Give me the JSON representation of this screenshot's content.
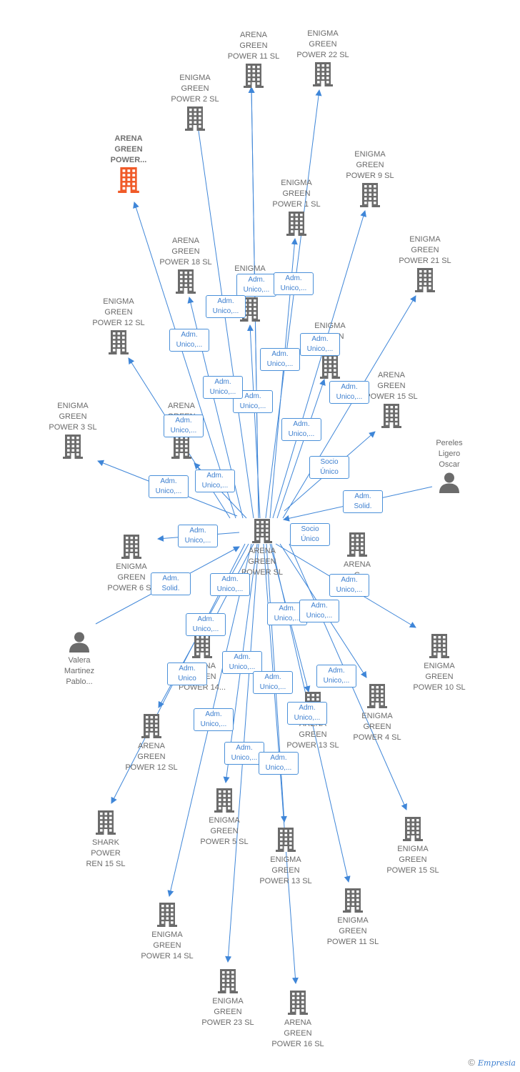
{
  "colors": {
    "edge": "#3f86d8",
    "building": "#6b6b6b",
    "focus": "#f05a28",
    "person": "#6b6b6b"
  },
  "nodes": [
    {
      "id": "center",
      "label": "ARENA\nGREEN\nPOWER  SL",
      "icon": "building"
    },
    {
      "id": "focus",
      "label": "ARENA\nGREEN\nPOWER...",
      "icon": "building-highlight",
      "focus": true
    },
    {
      "id": "ag11",
      "label": "ARENA\nGREEN\nPOWER 11  SL",
      "icon": "building"
    },
    {
      "id": "eg22",
      "label": "ENIGMA\nGREEN\nPOWER 22  SL",
      "icon": "building"
    },
    {
      "id": "eg2",
      "label": "ENIGMA\nGREEN\nPOWER 2  SL",
      "icon": "building"
    },
    {
      "id": "eg9",
      "label": "ENIGMA\nGREEN\nPOWER 9  SL",
      "icon": "building"
    },
    {
      "id": "eg1",
      "label": "ENIGMA\nGREEN\nPOWER 1  SL",
      "icon": "building"
    },
    {
      "id": "eg21",
      "label": "ENIGMA\nGREEN\nPOWER 21  SL",
      "icon": "building"
    },
    {
      "id": "ag18",
      "label": "ARENA\nGREEN\nPOWER 18  SL",
      "icon": "building"
    },
    {
      "id": "egx",
      "label": "ENIGMA\nG\nPOW",
      "icon": "building"
    },
    {
      "id": "eg12",
      "label": "ENIGMA\nGREEN\nPOWER 12  SL",
      "icon": "building"
    },
    {
      "id": "egy",
      "label": "ENIGMA\nGREEN\nSL",
      "icon": "building"
    },
    {
      "id": "ag15",
      "label": "ARENA\nGREEN\nPOWER 15  SL",
      "icon": "building"
    },
    {
      "id": "eg3",
      "label": "ENIGMA\nGREEN\nPOWER 3  SL",
      "icon": "building"
    },
    {
      "id": "agz",
      "label": "ARENA\nGREEN\nPO  L",
      "icon": "building"
    },
    {
      "id": "pereles",
      "label": "Pereles\nLigero\nOscar",
      "icon": "person"
    },
    {
      "id": "eg6",
      "label": "ENIGMA\nGREEN\nPOWER 6  SL",
      "icon": "building"
    },
    {
      "id": "agr",
      "label": "ARENA\nG\nP  SL",
      "icon": "building"
    },
    {
      "id": "eg10",
      "label": "ENIGMA\nGREEN\nPOWER 10  SL",
      "icon": "building"
    },
    {
      "id": "valera",
      "label": "Valera\nMartinez\nPablo...",
      "icon": "person"
    },
    {
      "id": "ag14",
      "label": "ARENA\nGREEN\nPOWER 14...",
      "icon": "building"
    },
    {
      "id": "ag12",
      "label": "ARENA\nGREEN\nPOWER 12  SL",
      "icon": "building"
    },
    {
      "id": "ag13",
      "label": "ARENA\nGREEN\nPOWER 13  SL",
      "icon": "building"
    },
    {
      "id": "eg4",
      "label": "ENIGMA\nGREEN\nPOWER 4  SL",
      "icon": "building"
    },
    {
      "id": "shark",
      "label": "SHARK\nPOWER\nREN 15  SL",
      "icon": "building"
    },
    {
      "id": "eg5",
      "label": "ENIGMA\nGREEN\nPOWER 5  SL",
      "icon": "building"
    },
    {
      "id": "eg13",
      "label": "ENIGMA\nGREEN\nPOWER 13  SL",
      "icon": "building"
    },
    {
      "id": "eg15",
      "label": "ENIGMA\nGREEN\nPOWER 15  SL",
      "icon": "building"
    },
    {
      "id": "eg11",
      "label": "ENIGMA\nGREEN\nPOWER 11  SL",
      "icon": "building"
    },
    {
      "id": "eg14",
      "label": "ENIGMA\nGREEN\nPOWER 14  SL",
      "icon": "building"
    },
    {
      "id": "eg23",
      "label": "ENIGMA\nGREEN\nPOWER 23  SL",
      "icon": "building"
    },
    {
      "id": "ag16",
      "label": "ARENA\nGREEN\nPOWER 16  SL",
      "icon": "building"
    }
  ],
  "edges": [
    {
      "from": "center",
      "to": "ag11",
      "label": ""
    },
    {
      "from": "center",
      "to": "eg22",
      "label": "Adm.\nUnico,..."
    },
    {
      "from": "center",
      "to": "eg2",
      "label": "Adm.\nUnico,..."
    },
    {
      "from": "center",
      "to": "eg9",
      "label": "Adm.\nUnico,..."
    },
    {
      "from": "center",
      "to": "eg1",
      "label": "Adm.\nUnico,..."
    },
    {
      "from": "center",
      "to": "eg21",
      "label": "Adm.\nUnico,..."
    },
    {
      "from": "center",
      "to": "ag18",
      "label": "Adm.\nUnico,..."
    },
    {
      "from": "center",
      "to": "egx",
      "label": "Adm.\nUnico,..."
    },
    {
      "from": "center",
      "to": "focus",
      "label": "Adm.\nUnico,..."
    },
    {
      "from": "center",
      "to": "eg12",
      "label": "Adm.\nUnico,..."
    },
    {
      "from": "center",
      "to": "egy",
      "label": "Adm.\nUnico,..."
    },
    {
      "from": "center",
      "to": "ag15",
      "label": "Adm.\nUnico,..."
    },
    {
      "from": "center",
      "to": "eg3",
      "label": "Adm.\nUnico,..."
    },
    {
      "from": "center",
      "to": "agz",
      "label": "Adm.\nUnico,..."
    },
    {
      "from": "center",
      "to": "ag11",
      "label": "Socio\nÚnico"
    },
    {
      "from": "pereles",
      "to": "center",
      "label": "Adm.\nSolid."
    },
    {
      "from": "center",
      "to": "eg6",
      "label": "Adm.\nUnico,..."
    },
    {
      "from": "center",
      "to": "agr",
      "label": "Socio\nÚnico"
    },
    {
      "from": "center",
      "to": "eg10",
      "label": "Adm.\nUnico,..."
    },
    {
      "from": "valera",
      "to": "center",
      "label": "Adm.\nSolid."
    },
    {
      "from": "center",
      "to": "ag14",
      "label": "Adm.\nUnico,..."
    },
    {
      "from": "center",
      "to": "ag12",
      "label": "Adm.\nUnico"
    },
    {
      "from": "center",
      "to": "ag13",
      "label": "Adm.\nUnico,..."
    },
    {
      "from": "center",
      "to": "eg4",
      "label": "Adm.\nUnico,..."
    },
    {
      "from": "center",
      "to": "shark",
      "label": "Adm.\nUnico,..."
    },
    {
      "from": "center",
      "to": "eg5",
      "label": "Adm.\nUnico,..."
    },
    {
      "from": "center",
      "to": "eg13",
      "label": "Adm.\nUnico,..."
    },
    {
      "from": "center",
      "to": "eg15",
      "label": "Adm.\nUnico,..."
    },
    {
      "from": "center",
      "to": "eg11",
      "label": "Adm.\nUnico,..."
    },
    {
      "from": "center",
      "to": "eg14",
      "label": "Adm.\nUnico,..."
    },
    {
      "from": "center",
      "to": "eg23",
      "label": "Adm.\nUnico,..."
    },
    {
      "from": "center",
      "to": "ag16",
      "label": "Adm.\nUnico,..."
    }
  ],
  "footer": {
    "copyright_symbol": "©",
    "brand": "Empresia"
  }
}
